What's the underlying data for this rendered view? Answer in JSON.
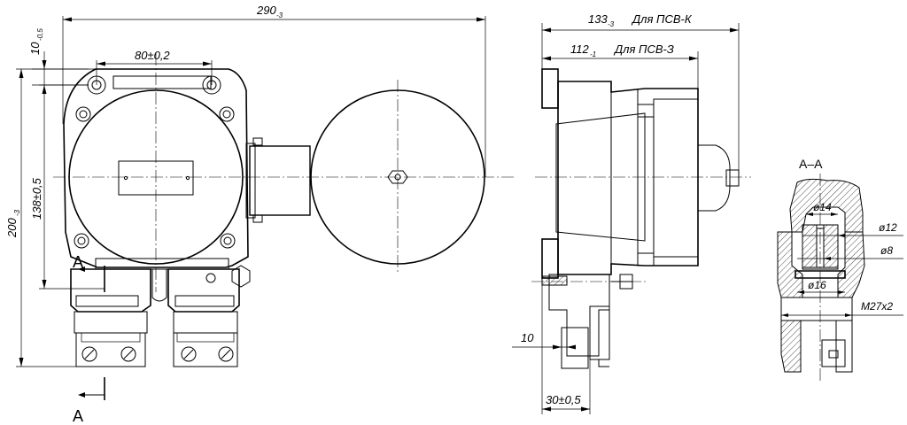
{
  "dimensions": {
    "overall_length": "290",
    "overall_length_tol": "-3",
    "hole_spacing": "80±0,2",
    "top_offset": "10",
    "top_offset_tol": "-0,5",
    "height_overall": "200",
    "height_overall_tol": "-3",
    "height_holes": "138±0,5",
    "depth_psv_k": "133",
    "depth_psv_k_tol": "-3",
    "depth_psv_k_note": "Для ПСВ-К",
    "depth_psv_z": "112",
    "depth_psv_z_tol": "-1",
    "depth_psv_z_note": "Для ПСВ-З",
    "side_offset": "10",
    "base_width": "30±0,5"
  },
  "section": {
    "title": "А–А",
    "marker": "А",
    "dia_14": "ø14",
    "dia_12": "ø12",
    "dia_8": "ø8",
    "dia_16": "ø16",
    "thread": "M27x2"
  }
}
